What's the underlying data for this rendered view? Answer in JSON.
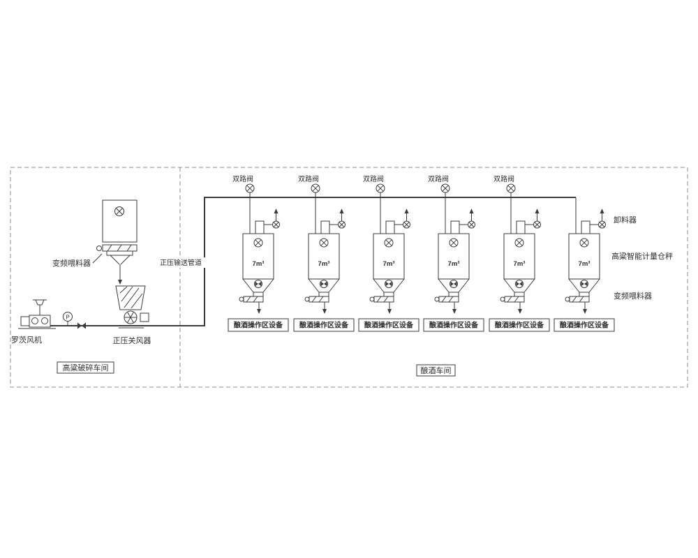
{
  "diagram": {
    "crusher_section": {
      "workshop_label": "高粱破碎车间",
      "blower_label": "罗茨风机",
      "feeder_label": "变频喂料器",
      "airlock_label": "正压关风器",
      "gauge_letter": "P"
    },
    "pipeline_label": "正压输送管道",
    "brewing_section": {
      "workshop_label": "酿酒车间",
      "valve_labels": [
        "双路阀",
        "双路阀",
        "双路阀",
        "双路阀",
        "双路阀"
      ],
      "silos": [
        {
          "capacity": "7m³",
          "equipment_label": "酿酒操作区设备"
        },
        {
          "capacity": "7m³",
          "equipment_label": "酿酒操作区设备"
        },
        {
          "capacity": "7m³",
          "equipment_label": "酿酒操作区设备"
        },
        {
          "capacity": "7m³",
          "equipment_label": "酿酒操作区设备"
        },
        {
          "capacity": "7m³",
          "equipment_label": "酿酒操作区设备"
        },
        {
          "capacity": "7m³",
          "equipment_label": "酿酒操作区设备"
        }
      ],
      "discharger_label": "卸料器",
      "scale_label": "高粱智能计量仓秤",
      "feeder_label": "变频喂料器"
    },
    "colors": {
      "line": "#3a3a3a",
      "dashed_border": "#8c8c8c",
      "background": "#ffffff"
    }
  }
}
